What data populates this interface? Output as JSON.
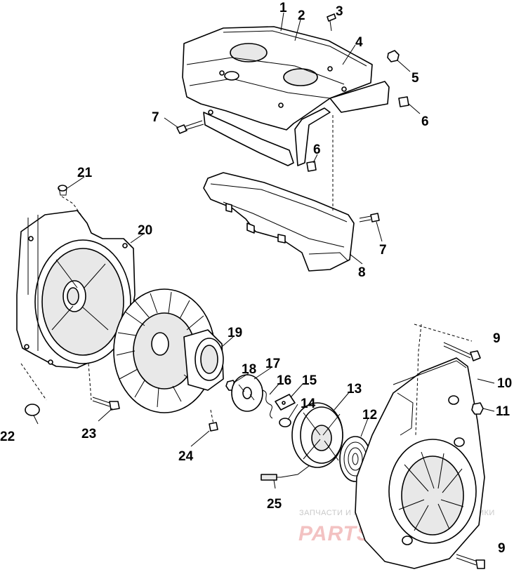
{
  "labels": [
    {
      "id": "l1",
      "text": "1"
    },
    {
      "id": "l2",
      "text": "2"
    },
    {
      "id": "l3",
      "text": "3"
    },
    {
      "id": "l4",
      "text": "4"
    },
    {
      "id": "l5",
      "text": "5"
    },
    {
      "id": "l6a",
      "text": "6"
    },
    {
      "id": "l6b",
      "text": "6"
    },
    {
      "id": "l7a",
      "text": "7"
    },
    {
      "id": "l7b",
      "text": "7"
    },
    {
      "id": "l8",
      "text": "8"
    },
    {
      "id": "l9a",
      "text": "9"
    },
    {
      "id": "l9b",
      "text": "9"
    },
    {
      "id": "l10",
      "text": "10"
    },
    {
      "id": "l11",
      "text": "11"
    },
    {
      "id": "l12",
      "text": "12"
    },
    {
      "id": "l13",
      "text": "13"
    },
    {
      "id": "l14",
      "text": "14"
    },
    {
      "id": "l15",
      "text": "15"
    },
    {
      "id": "l16",
      "text": "16"
    },
    {
      "id": "l17",
      "text": "17"
    },
    {
      "id": "l18",
      "text": "18"
    },
    {
      "id": "l19",
      "text": "19"
    },
    {
      "id": "l20",
      "text": "20"
    },
    {
      "id": "l21",
      "text": "21"
    },
    {
      "id": "l22",
      "text": "22"
    },
    {
      "id": "l23",
      "text": "23"
    },
    {
      "id": "l24",
      "text": "24"
    },
    {
      "id": "l25",
      "text": "25"
    }
  ],
  "watermark": {
    "line1": "ЗАПЧАСТИ И АКСЕССУАРЫ ДЛЯ МОТОТЕХНИКИ",
    "line2": "PARTSMOR.RU"
  },
  "colors": {
    "ink": "#000000",
    "watermark_text": "#c9c9c9",
    "watermark_logo": "#f3c2c2"
  }
}
